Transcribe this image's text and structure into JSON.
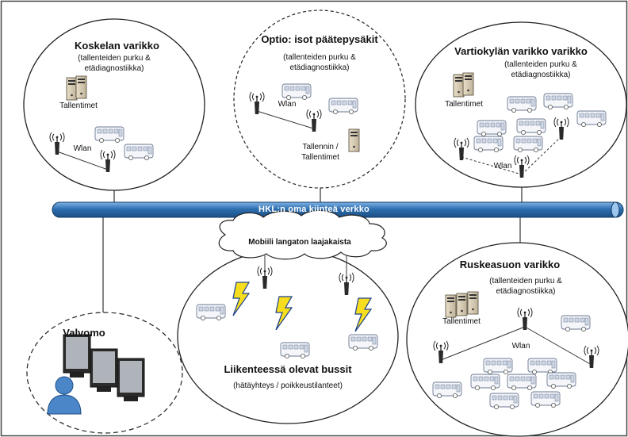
{
  "backbone": {
    "label": "HKL:n oma kiinteä verkko",
    "color": "#2e6fb0"
  },
  "cloud": {
    "label": "Mobiili langaton laajakaista"
  },
  "depots": {
    "koskela": {
      "title": "Koskelan varikko",
      "sub1": "(tallenteiden purku &",
      "sub2": "etädiagnostiikka)",
      "recorders": "Tallentimet",
      "wlan": "Wlan"
    },
    "optio": {
      "title": "Optio: isot päätepysäkit",
      "sub1": "(tallenteiden purku &",
      "sub2": "etädiagnostiikka)",
      "wlan": "Wlan",
      "recorders1": "Tallennin /",
      "recorders2": "Tallentimet"
    },
    "vartiokyla": {
      "title": "Vartiokylän varikko varikko",
      "sub1": "(tallenteiden purku &",
      "sub2": "etädiagnostiikka)",
      "recorders": "Tallentimet",
      "wlan": "Wlan"
    },
    "ruskeasuo": {
      "title": "Ruskeasuon varikko",
      "sub1": "(tallenteiden purku &",
      "sub2": "etädiagnostiikka)",
      "recorders": "Tallentimet",
      "wlan": "Wlan"
    }
  },
  "valvomo": {
    "title": "Valvomo"
  },
  "buses_in_traffic": {
    "title": "Liikenteessä olevat bussit",
    "sub": "(hätäyhteys / poikkeustilanteet)"
  }
}
